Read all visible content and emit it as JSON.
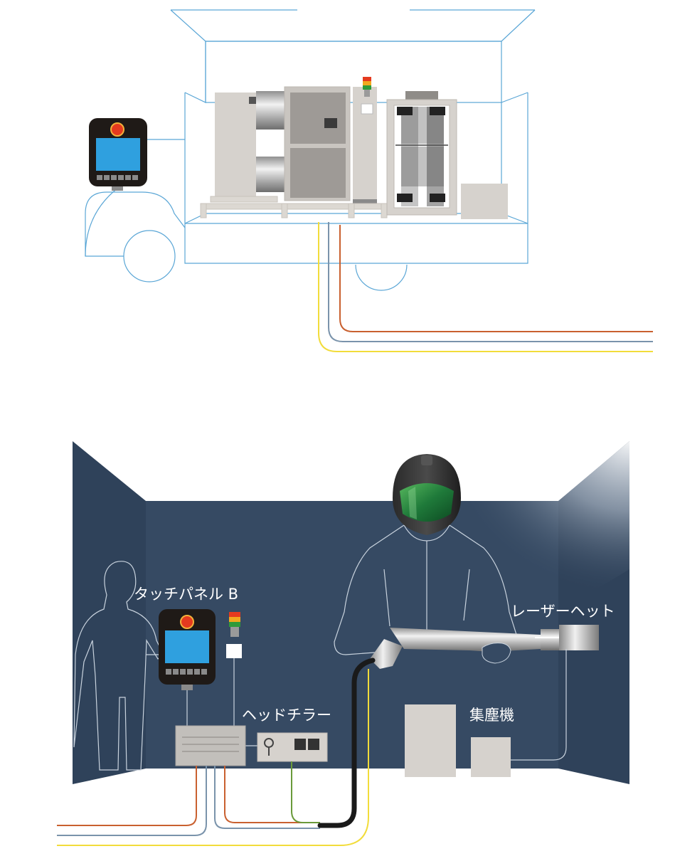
{
  "labels": {
    "touch_panel": "タッチパネル B",
    "laser_head": "レーザーヘット",
    "head_chiller": "ヘッドチラー",
    "dust_collector": "集塵機"
  },
  "colors": {
    "wall_back": "#364a63",
    "wall_side": "#2f425a",
    "outline_blue": "#5aa6d6",
    "cable_orange": "#c9602f",
    "cable_steel": "#7a93ab",
    "cable_yellow": "#f2dc3a",
    "cable_green": "#6a9a3a",
    "screen_blue": "#2fa0df",
    "pendant_body": "#1f1a17",
    "machine_gray": "#d6d2cd",
    "visor_green": "#1f7a3a"
  },
  "icons": {
    "pendant": "teach-pendant-icon",
    "signal_tower": "signal-tower-icon",
    "helmet": "welding-helmet-icon"
  }
}
